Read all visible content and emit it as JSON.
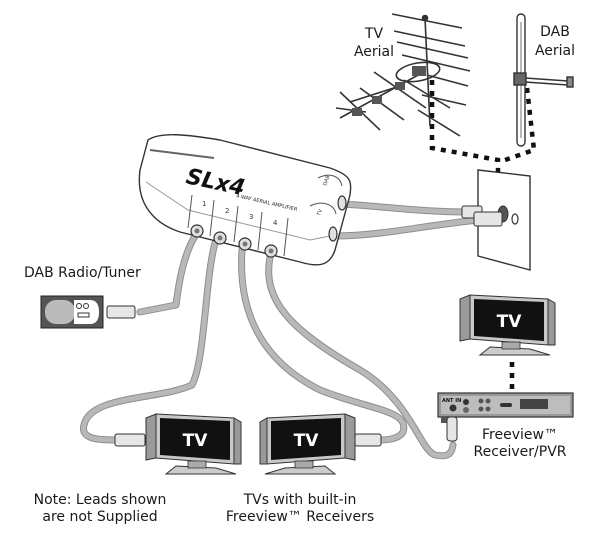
{
  "diagram": {
    "title": "SLx 4-way aerial amplifier connection diagram",
    "amplifier": {
      "brand": "SLx4",
      "subtitle": "4 WAY AERIAL AMPLIFIER",
      "output_ports": [
        "1",
        "2",
        "3",
        "4"
      ],
      "input_ports": [
        "DAB",
        "TV"
      ]
    },
    "labels": {
      "tv_aerial": [
        "TV",
        "Aerial"
      ],
      "dab_aerial": [
        "DAB",
        "Aerial"
      ],
      "dab_radio": "DAB Radio/Tuner",
      "freeview_receiver": [
        "Freeview™",
        "Receiver/PVR"
      ],
      "tvs_builtin": [
        "TVs with built-in",
        "Freeview™ Receivers"
      ],
      "note": [
        "Note: Leads shown",
        "are not Supplied"
      ]
    },
    "tv_screen_text": "TV",
    "receiver_port_label": "ANT IN",
    "colors": {
      "cable": "#b8b8b8",
      "screen": "#111111",
      "device_body": "#a8a8a8",
      "aerial_link": "#111111"
    }
  }
}
